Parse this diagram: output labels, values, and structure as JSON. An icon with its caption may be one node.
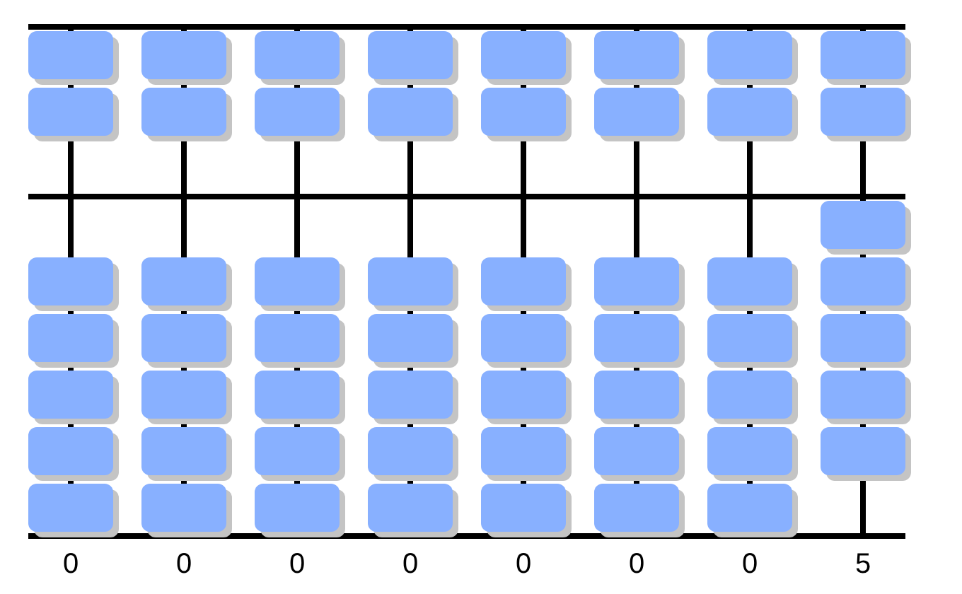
{
  "diagram": {
    "labels": [
      "0",
      "0",
      "0",
      "0",
      "0",
      "0",
      "0",
      "5"
    ]
  }
}
